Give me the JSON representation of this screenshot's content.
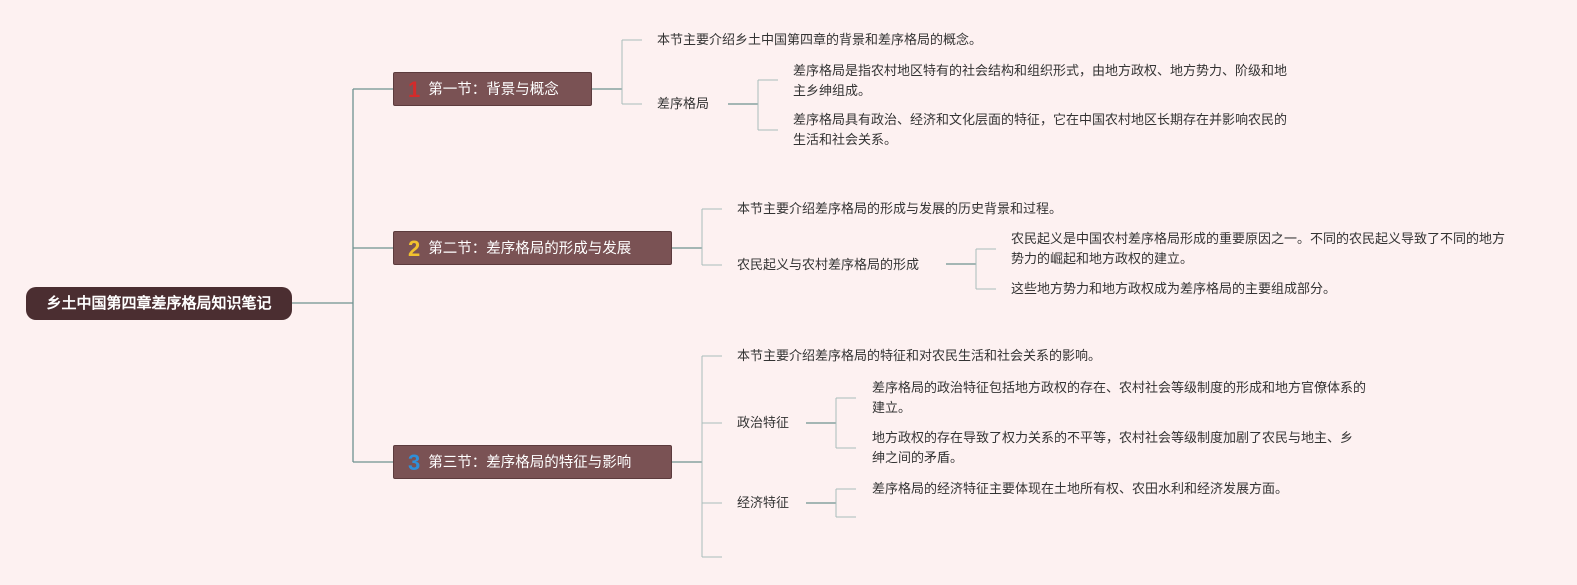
{
  "root": {
    "title": "乡土中国第四章差序格局知识笔记"
  },
  "sections": [
    {
      "number": "1",
      "number_color": "#d42b2b",
      "title": "第一节：背景与概念",
      "intro": "本节主要介绍乡土中国第四章的背景和差序格局的概念。",
      "topics": [
        {
          "label": "差序格局",
          "notes": [
            "差序格局是指农村地区特有的社会结构和组织形式，由地方政权、地方势力、阶级和地主乡绅组成。",
            "差序格局具有政治、经济和文化层面的特征，它在中国农村地区长期存在并影响农民的生活和社会关系。"
          ]
        }
      ]
    },
    {
      "number": "2",
      "number_color": "#f2c12e",
      "title": "第二节：差序格局的形成与发展",
      "intro": "本节主要介绍差序格局的形成与发展的历史背景和过程。",
      "topics": [
        {
          "label": "农民起义与农村差序格局的形成",
          "notes": [
            "农民起义是中国农村差序格局形成的重要原因之一。不同的农民起义导致了不同的地方势力的崛起和地方政权的建立。",
            "这些地方势力和地方政权成为差序格局的主要组成部分。"
          ]
        }
      ]
    },
    {
      "number": "3",
      "number_color": "#2f8fd8",
      "title": "第三节：差序格局的特征与影响",
      "intro": "本节主要介绍差序格局的特征和对农民生活和社会关系的影响。",
      "topics": [
        {
          "label": "政治特征",
          "notes": [
            "差序格局的政治特征包括地方政权的存在、农村社会等级制度的形成和地方官僚体系的建立。",
            "地方政权的存在导致了权力关系的不平等，农村社会等级制度加剧了农民与地主、乡绅之间的矛盾。"
          ]
        },
        {
          "label": "经济特征",
          "notes": [
            "差序格局的经济特征主要体现在土地所有权、农田水利和经济发展方面。"
          ]
        }
      ]
    }
  ],
  "colors": {
    "background": "#fdf1f1",
    "root_fill": "#4b2e31",
    "section_fill": "#7a5254",
    "connector": "#6f9290"
  }
}
